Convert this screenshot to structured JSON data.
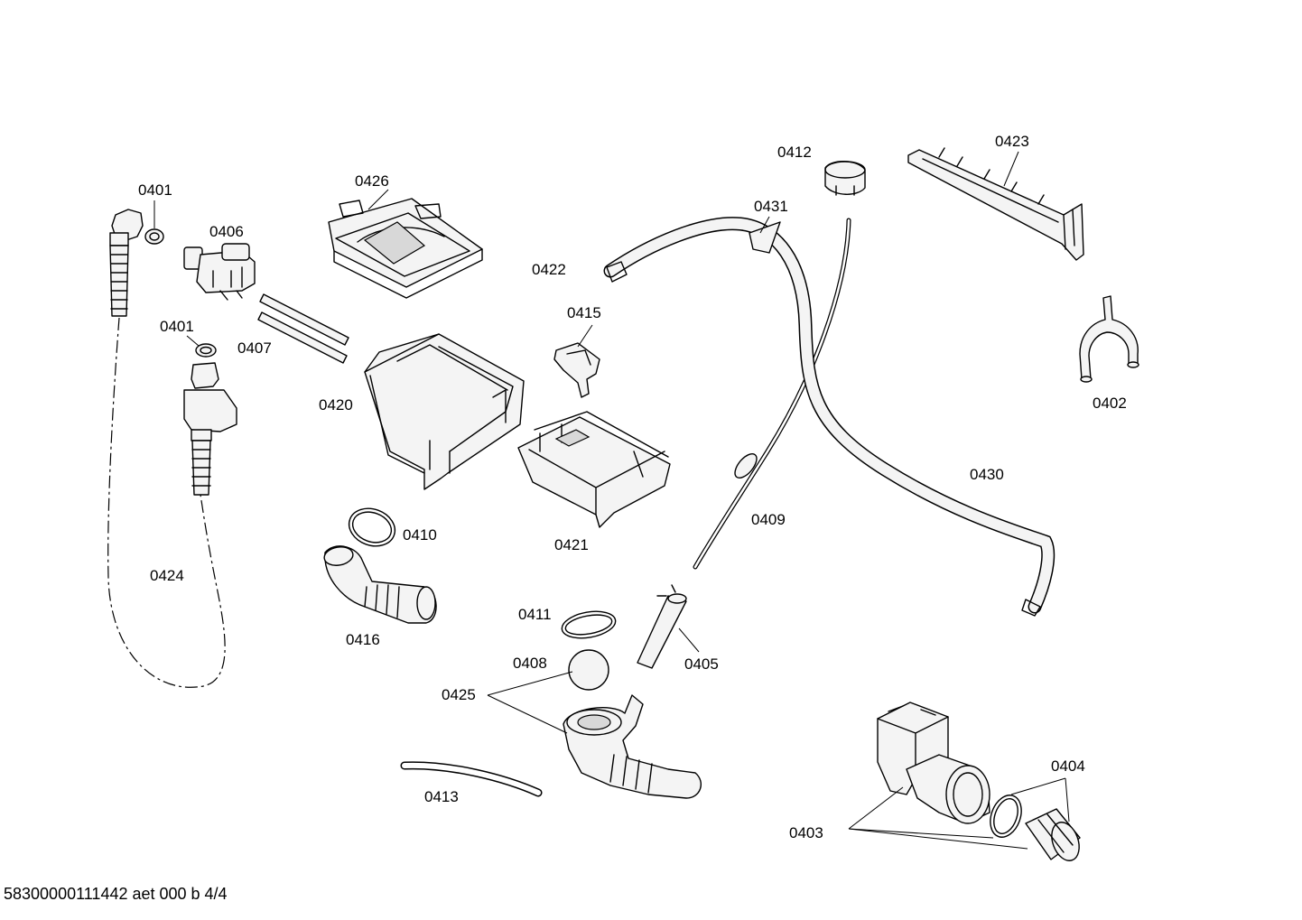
{
  "callouts": {
    "p0401a": "0401",
    "p0401b": "0401",
    "p0402": "0402",
    "p0403": "0403",
    "p0404": "0404",
    "p0405": "0405",
    "p0406": "0406",
    "p0407": "0407",
    "p0408": "0408",
    "p0409": "0409",
    "p0410": "0410",
    "p0411": "0411",
    "p0412": "0412",
    "p0413": "0413",
    "p0415": "0415",
    "p0416": "0416",
    "p0420": "0420",
    "p0421": "0421",
    "p0422": "0422",
    "p0423": "0423",
    "p0424": "0424",
    "p0425": "0425",
    "p0426": "0426",
    "p0430": "0430",
    "p0431": "0431"
  },
  "footer": {
    "drawing_code": "58300000111442 aet 000 b 4/4"
  }
}
